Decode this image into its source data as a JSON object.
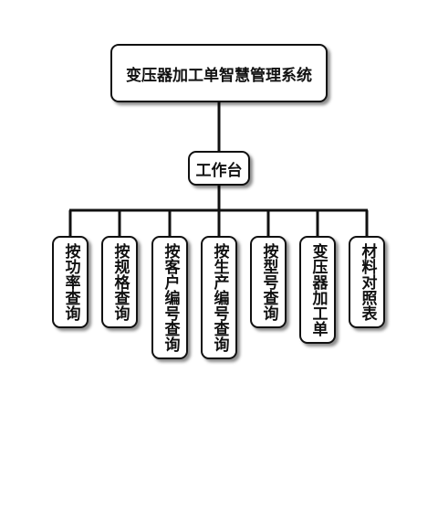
{
  "root": {
    "label": "变压器加工单智慧管理系统"
  },
  "hub": {
    "label": "工作台"
  },
  "leaves": [
    {
      "label": "按功率查询"
    },
    {
      "label": "按规格查询"
    },
    {
      "label": "按客户编号查询"
    },
    {
      "label": "按生产编号查询"
    },
    {
      "label": "按型号查询"
    },
    {
      "label": "变压器加工单"
    },
    {
      "label": "材料对照表"
    }
  ],
  "colors": {
    "line": "#111111",
    "node_border": "#111111",
    "node_fill": "#ffffff",
    "text": "#111111"
  }
}
